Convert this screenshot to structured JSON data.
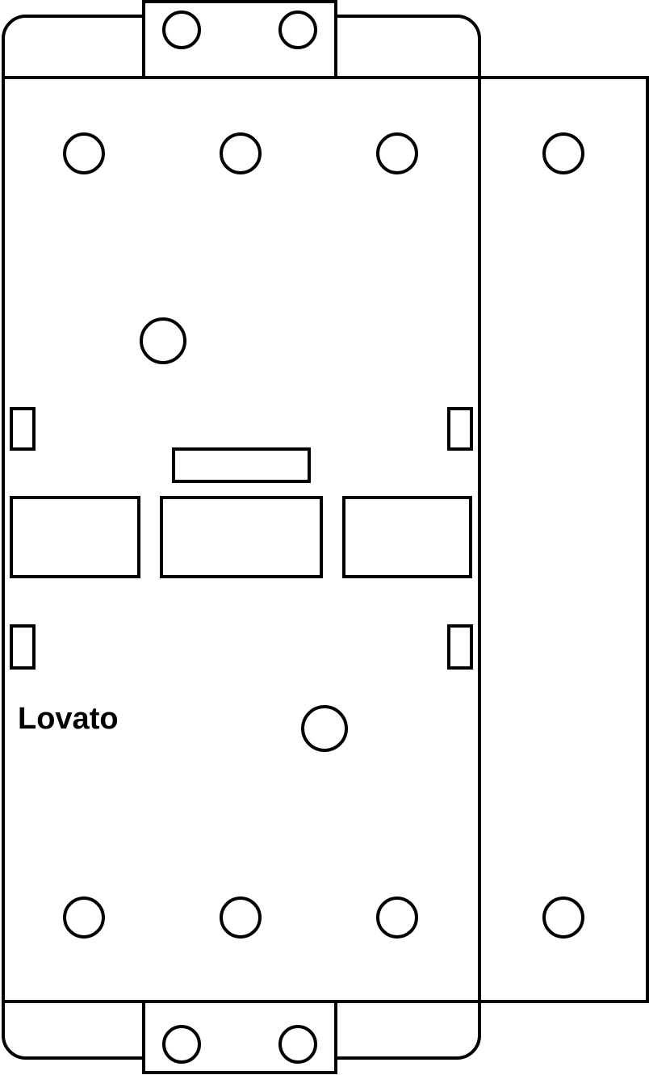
{
  "brand_label": "Lovato",
  "colors": {
    "line": "#000000",
    "background": "#ffffff"
  },
  "parts": {
    "terminals": {
      "top_row": 4,
      "bottom_row": 4,
      "top_tab": 2,
      "bottom_tab": 2
    },
    "auxiliary_block": "right-side",
    "mounting_holes": 2,
    "windows": 3
  }
}
